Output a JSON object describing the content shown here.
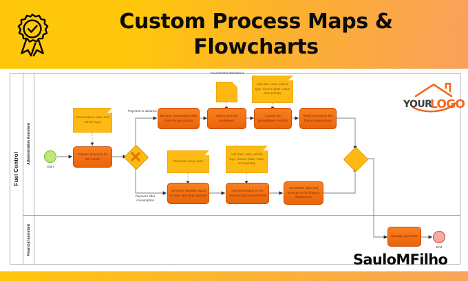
{
  "header": {
    "title_line1": "Custom Process Maps &",
    "title_line2": "Flowcharts",
    "icon": "award-badge-icon",
    "gradient_from": "#FFC709",
    "gradient_to": "#F9A05C"
  },
  "footer": {
    "gradient_from": "#FFC709",
    "gradient_to": "#F9A45A"
  },
  "logo": {
    "word1": "YOUR",
    "word2": "LOGO",
    "icon": "house-roof-icon",
    "color": "#F2681C"
  },
  "signature": "SauloMFilho",
  "diagram": {
    "pool_label": "Fuel Control",
    "lanes": [
      {
        "id": "lane-administrative-assistant",
        "label": "Administrative Assistant"
      },
      {
        "id": "lane-financial-assistant",
        "label": "Financial assistant"
      }
    ],
    "events": [
      {
        "id": "start-event",
        "label": "Start",
        "type": "start",
        "color": "#BFE87A"
      },
      {
        "id": "end-event",
        "label": "End",
        "type": "end",
        "color": "#F6A9A0"
      }
    ],
    "gateways": [
      {
        "id": "split-gateway",
        "glyph": "x-cross",
        "color": "#FDBA12"
      },
      {
        "id": "merge-gateway",
        "glyph": "none",
        "color": "#FDBA12"
      }
    ],
    "tasks": [
      {
        "id": "task-prepare-schedule",
        "label": "Prepare schedule for the month"
      },
      {
        "id": "task-receive-bills",
        "label": "Receive consumption bills from the gas station"
      },
      {
        "id": "task-add-external-worksheet",
        "label": "Add to external worksheet"
      },
      {
        "id": "task-control-spreadsheet",
        "label": "Control the spreadsheet monthly"
      },
      {
        "id": "task-send-invoices",
        "label": "Send invoices to the finance department"
      },
      {
        "id": "task-generate-report",
        "label": "Generate monthly report for fleet spending analysis"
      },
      {
        "id": "task-add-internal-worksheet",
        "label": "Add information to the internal control worksheet"
      },
      {
        "id": "task-send-bank-slips",
        "label": "Send bank slips and invoices to the finance department"
      },
      {
        "id": "task-manage-payments",
        "label": "Manage payments"
      }
    ],
    "notes": [
      {
        "id": "note-consumption-value",
        "label": "Consumption value and vehicle type"
      },
      {
        "id": "note-add-date-user-top",
        "label": "Add date, user, vehicle type, licence plate, value and quantity"
      },
      {
        "id": "note-generate-every-week",
        "label": "Generate every week"
      },
      {
        "id": "note-add-date-user-bottom",
        "label": "Add date, user, vehicle type, licence plate, value and quantity"
      }
    ],
    "documents": [
      {
        "id": "doc-fuel-control-worksheet",
        "label": "Fuel Control Worksheet"
      }
    ],
    "flow_labels": [
      {
        "id": "flow-label-payment-in-advance",
        "label": "Payment in advance"
      },
      {
        "id": "flow-label-payment-after-consumption",
        "label": "Payment after consumption"
      }
    ]
  }
}
